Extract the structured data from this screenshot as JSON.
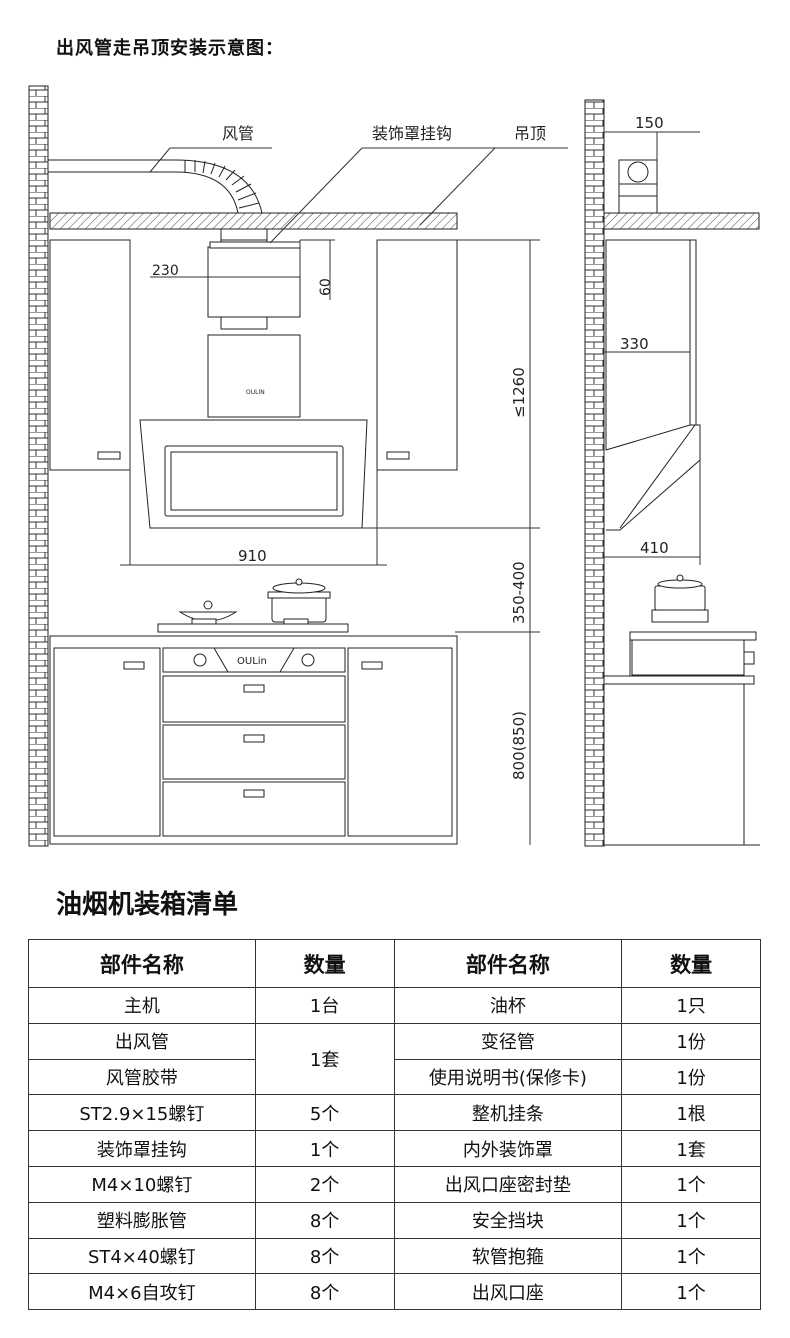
{
  "diagram": {
    "title": "出风管走吊顶安装示意图：",
    "labels": {
      "duct": "风管",
      "cover_hook": "装饰罩挂钩",
      "ceiling": "吊顶",
      "dim_150": "150",
      "dim_230": "230",
      "dim_60": "60",
      "dim_1260": "≤1260",
      "dim_330": "330",
      "dim_910": "910",
      "dim_410": "410",
      "dim_350_400": "350-400",
      "dim_800_850": "800(850)",
      "brand_hood": "OULIN",
      "brand_stove": "OULin"
    }
  },
  "table": {
    "title": "油烟机装箱清单",
    "headers": [
      "部件名称",
      "数量",
      "部件名称",
      "数量"
    ],
    "left_rows": [
      {
        "name": "主机",
        "qty": "1台"
      },
      {
        "name": "出风管",
        "qty": "1套"
      },
      {
        "name": "风管胶带",
        "qty": ""
      },
      {
        "name": "ST2.9×15螺钉",
        "qty": "5个"
      },
      {
        "name": "装饰罩挂钩",
        "qty": "1个"
      },
      {
        "name": "M4×10螺钉",
        "qty": "2个"
      },
      {
        "name": "塑料膨胀管",
        "qty": "8个"
      },
      {
        "name": "ST4×40螺钉",
        "qty": "8个"
      },
      {
        "name": "M4×6自攻钉",
        "qty": "8个"
      }
    ],
    "right_rows": [
      {
        "name": "油杯",
        "qty": "1只"
      },
      {
        "name": "变径管",
        "qty": "1份"
      },
      {
        "name": "使用说明书(保修卡)",
        "qty": "1份"
      },
      {
        "name": "整机挂条",
        "qty": "1根"
      },
      {
        "name": "内外装饰罩",
        "qty": "1套"
      },
      {
        "name": "出风口座密封垫",
        "qty": "1个"
      },
      {
        "name": "安全挡块",
        "qty": "1个"
      },
      {
        "name": "软管抱箍",
        "qty": "1个"
      },
      {
        "name": "出风口座",
        "qty": "1个"
      }
    ]
  }
}
